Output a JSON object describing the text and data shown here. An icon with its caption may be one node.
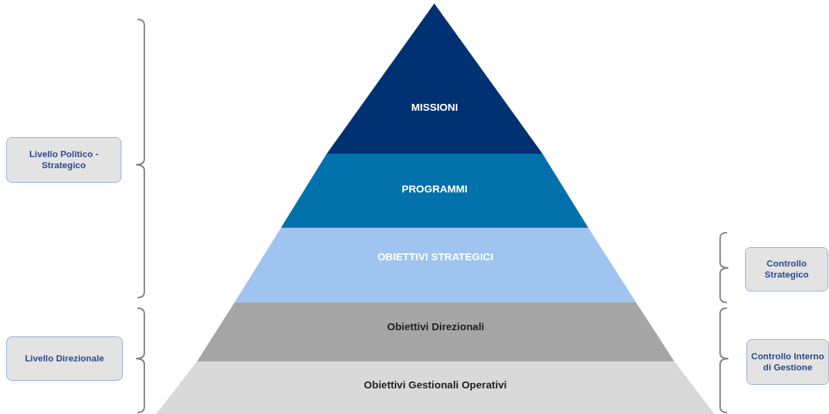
{
  "diagram": {
    "nodes": [
      {
        "text": [
          "MISSIONI"
        ]
      },
      {
        "text": [
          "PROGRAMMI"
        ]
      },
      {
        "text": [
          "OBIETTIVI STRATEGICI"
        ]
      },
      {
        "text": [
          "Obiettivi Direzionali"
        ]
      },
      {
        "text": [
          "Obiettivi Gestionali Operativi"
        ]
      },
      {
        "text": [
          "Livello Politico - Strategico"
        ]
      },
      {
        "text": [
          "Livello Direzionale"
        ]
      },
      {
        "text": [
          "Controllo Strategico"
        ]
      },
      {
        "text": [
          "Controllo Interno di Gestione"
        ]
      }
    ],
    "edges": []
  }
}
